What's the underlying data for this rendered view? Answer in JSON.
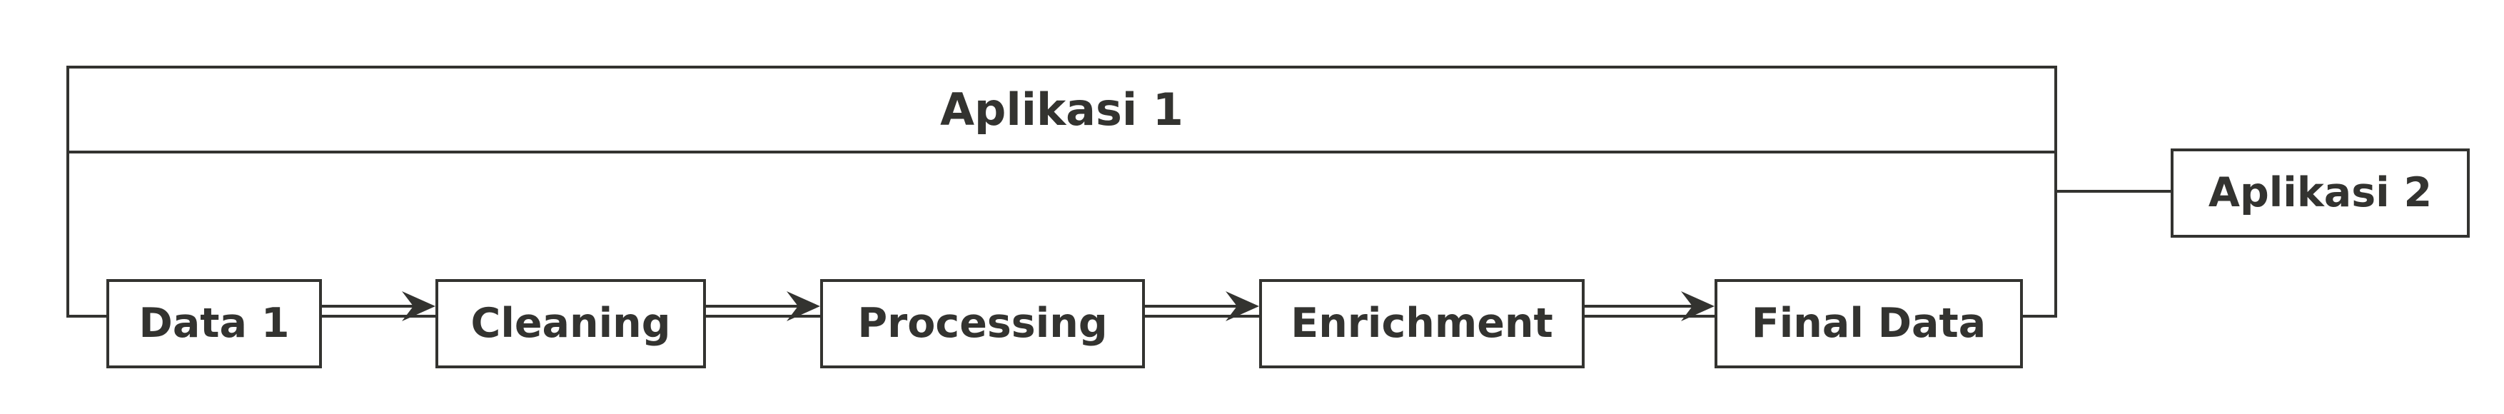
{
  "diagram": {
    "type": "flow-diagram",
    "title": "Data pipeline between two applications",
    "background_color": "#ffffff",
    "stroke_color": "#333330",
    "text_color": "#333330"
  },
  "app1": {
    "header_title": "Aplikasi 1",
    "nodes": [
      {
        "id": "data1",
        "label": "Data 1"
      },
      {
        "id": "cleaning",
        "label": "Cleaning"
      },
      {
        "id": "processing",
        "label": "Processing"
      },
      {
        "id": "enrichment",
        "label": "Enrichment"
      },
      {
        "id": "finaldata",
        "label": "Final Data"
      }
    ],
    "connectors": [
      {
        "from": "data1",
        "to": "cleaning",
        "style": "arrow"
      },
      {
        "from": "cleaning",
        "to": "processing",
        "style": "arrow"
      },
      {
        "from": "processing",
        "to": "enrichment",
        "style": "arrow"
      },
      {
        "from": "enrichment",
        "to": "finaldata",
        "style": "arrow"
      }
    ]
  },
  "app2": {
    "label": "Aplikasi 2"
  },
  "external_link": {
    "from": "app1",
    "to": "app2",
    "style": "line"
  }
}
